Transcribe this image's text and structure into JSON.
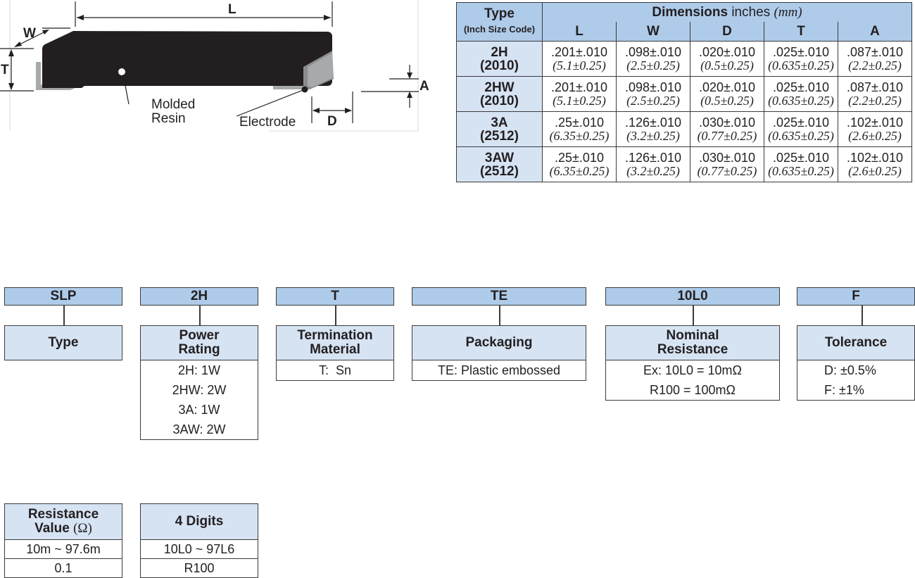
{
  "diagram": {
    "labels": {
      "L": "L",
      "W": "W",
      "T": "T",
      "A": "A",
      "D": "D",
      "molded_resin_line1": "Molded",
      "molded_resin_line2": "Resin",
      "electrode": "Electrode"
    },
    "colors": {
      "resin": "#231f20",
      "electrode": "#a7a9ac",
      "electrode_dark": "#8a8c8e"
    }
  },
  "dimensions_table": {
    "type_header": "Type",
    "type_subheader": "(Inch Size Code)",
    "dimensions_header_bold": "Dimensions",
    "dimensions_header_unit": "inches",
    "dimensions_header_mm": "(mm)",
    "columns": [
      "L",
      "W",
      "D",
      "T",
      "A"
    ],
    "rows": [
      {
        "type": "2H",
        "code": "(2010)",
        "values": [
          {
            "in": ".201±.010",
            "mm": "(5.1±0.25)"
          },
          {
            "in": ".098±.010",
            "mm": "(2.5±0.25)"
          },
          {
            "in": ".020±.010",
            "mm": "(0.5±0.25)"
          },
          {
            "in": ".025±.010",
            "mm": "(0.635±0.25)"
          },
          {
            "in": ".087±.010",
            "mm": "(2.2±0.25)"
          }
        ]
      },
      {
        "type": "2HW",
        "code": "(2010)",
        "values": [
          {
            "in": ".201±.010",
            "mm": "(5.1±0.25)"
          },
          {
            "in": ".098±.010",
            "mm": "(2.5±0.25)"
          },
          {
            "in": ".020±.010",
            "mm": "(0.5±0.25)"
          },
          {
            "in": ".025±.010",
            "mm": "(0.635±0.25)"
          },
          {
            "in": ".087±.010",
            "mm": "(2.2±0.25)"
          }
        ]
      },
      {
        "type": "3A",
        "code": "(2512)",
        "values": [
          {
            "in": ".25±.010",
            "mm": "(6.35±0.25)"
          },
          {
            "in": ".126±.010",
            "mm": "(3.2±0.25)"
          },
          {
            "in": ".030±.010",
            "mm": "(0.77±0.25)"
          },
          {
            "in": ".025±.010",
            "mm": "(0.635±0.25)"
          },
          {
            "in": ".102±.010",
            "mm": "(2.6±0.25)"
          }
        ]
      },
      {
        "type": "3AW",
        "code": "(2512)",
        "values": [
          {
            "in": ".25±.010",
            "mm": "(6.35±0.25)"
          },
          {
            "in": ".126±.010",
            "mm": "(3.2±0.25)"
          },
          {
            "in": ".030±.010",
            "mm": "(0.77±0.25)"
          },
          {
            "in": ".025±.010",
            "mm": "(0.635±0.25)"
          },
          {
            "in": ".102±.010",
            "mm": "(2.6±0.25)"
          }
        ]
      }
    ]
  },
  "part_number": {
    "segments": [
      {
        "code": "SLP",
        "title": [
          "Type"
        ],
        "rows": []
      },
      {
        "code": "2H",
        "title": [
          "Power",
          "Rating"
        ],
        "rows": [
          "2H: 1W",
          "2HW: 2W",
          "3A: 1W",
          "3AW: 2W"
        ]
      },
      {
        "code": "T",
        "title": [
          "Termination",
          "Material"
        ],
        "rows": [
          "T:  Sn"
        ]
      },
      {
        "code": "TE",
        "title": [
          "Packaging"
        ],
        "rows": [
          "TE: Plastic embossed"
        ]
      },
      {
        "code": "10L0",
        "title": [
          "Nominal",
          "Resistance"
        ],
        "rows": [
          "Ex: 10L0 = 10mΩ",
          "R100 = 100mΩ"
        ]
      },
      {
        "code": "F",
        "title": [
          "Tolerance"
        ],
        "rows": [
          "D: ±0.5%",
          "F: ±1%"
        ]
      }
    ]
  },
  "resistance_table": {
    "value_header_line1": "Resistance",
    "value_header_line2": "Value ",
    "value_header_unit": "(Ω)",
    "digits_header": "4 Digits",
    "values": [
      "10m ~ 97.6m",
      "0.1"
    ],
    "digits": [
      "10L0 ~ 97L6",
      "R100"
    ]
  },
  "colors": {
    "header_blue": "#aecbea",
    "label_blue": "#d6e3f3",
    "border": "#3b3b3b",
    "text": "#231f20"
  }
}
